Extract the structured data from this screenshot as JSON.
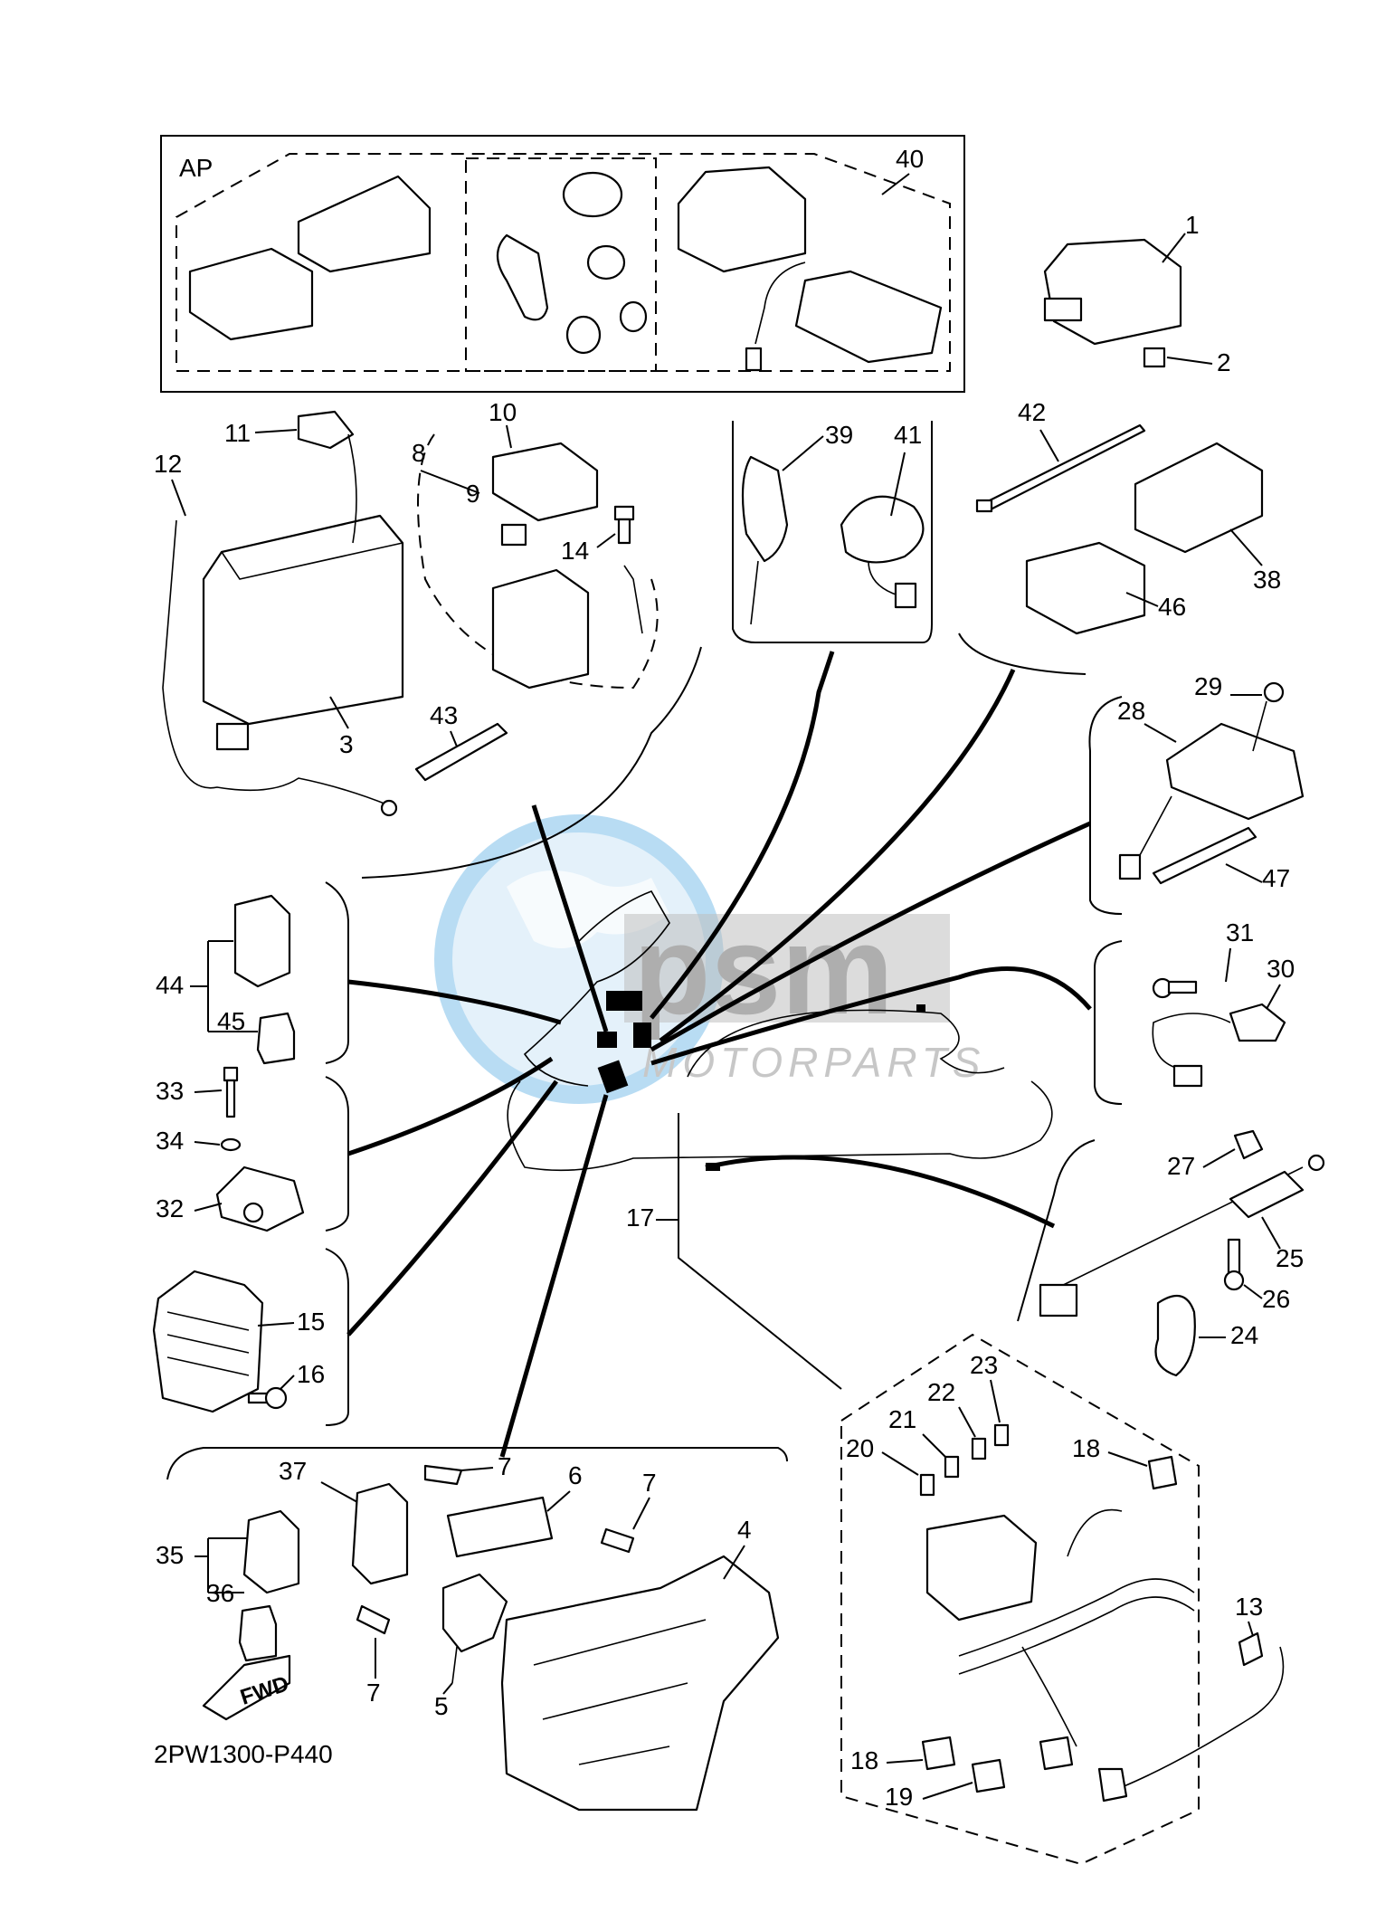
{
  "diagram": {
    "drawing_code": "2PW1300-P440",
    "kit_label": "AP",
    "direction_label": "FWD",
    "watermark": {
      "brand": "psm",
      "subtitle": "MOTORPARTS",
      "color": "#3b9fd8"
    },
    "callouts": [
      "1",
      "2",
      "3",
      "4",
      "5",
      "6",
      "7",
      "8",
      "9",
      "10",
      "11",
      "12",
      "13",
      "14",
      "15",
      "16",
      "17",
      "18",
      "19",
      "20",
      "21",
      "22",
      "23",
      "24",
      "25",
      "26",
      "27",
      "28",
      "29",
      "30",
      "31",
      "32",
      "33",
      "34",
      "35",
      "36",
      "37",
      "38",
      "39",
      "40",
      "41",
      "42",
      "43",
      "44",
      "45",
      "46",
      "47"
    ]
  }
}
